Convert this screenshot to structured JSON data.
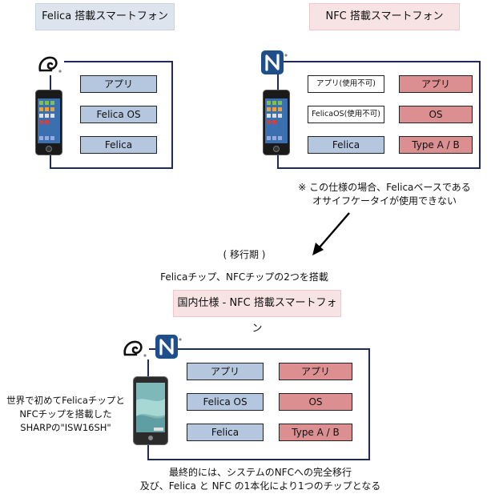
{
  "top_left": {
    "title": "Felica 搭載スマートフォン",
    "layers": [
      "アプリ",
      "Felica OS",
      "Felica"
    ]
  },
  "top_right": {
    "title": "NFC 搭載スマートフォン",
    "left_layers": [
      "アプリ(使用不可)",
      "FelicaOS(使用不可)",
      "Felica"
    ],
    "right_layers": [
      "アプリ",
      "OS",
      "Type A / B"
    ],
    "note_line1": "※ この仕様の場合、Felicaベースである",
    "note_line2": "オサイフケータイが使用できない"
  },
  "transition": {
    "label": "( 移行期 )",
    "description": "Felicaチップ、NFCチップの2つを搭載"
  },
  "bottom": {
    "title": "国内仕様 - NFC 搭載スマートフォン",
    "left_layers": [
      "アプリ",
      "Felica OS",
      "Felica"
    ],
    "right_layers": [
      "アプリ",
      "OS",
      "Type A / B"
    ],
    "device_caption_1": "世界で初めてFelicaチップと",
    "device_caption_2": "NFCチップを搭載した",
    "device_caption_3": "SHARPの\"ISW16SH\"",
    "conclusion_1": "最終的には、システムのNFCへの完全移行",
    "conclusion_2": "及び、Felica と NFC の1本化により1つのチップとなる"
  },
  "colors": {
    "frame": "#1f2b5c",
    "layer_blue": "#b5c6df",
    "layer_red": "#dc8f91",
    "title_blue": "#dde4ee",
    "title_pink": "#f7e2e4"
  },
  "icons": [
    "felica-mark-icon",
    "nfc-n-mark-icon",
    "smartphone-icon",
    "arrow-down-left-icon"
  ]
}
